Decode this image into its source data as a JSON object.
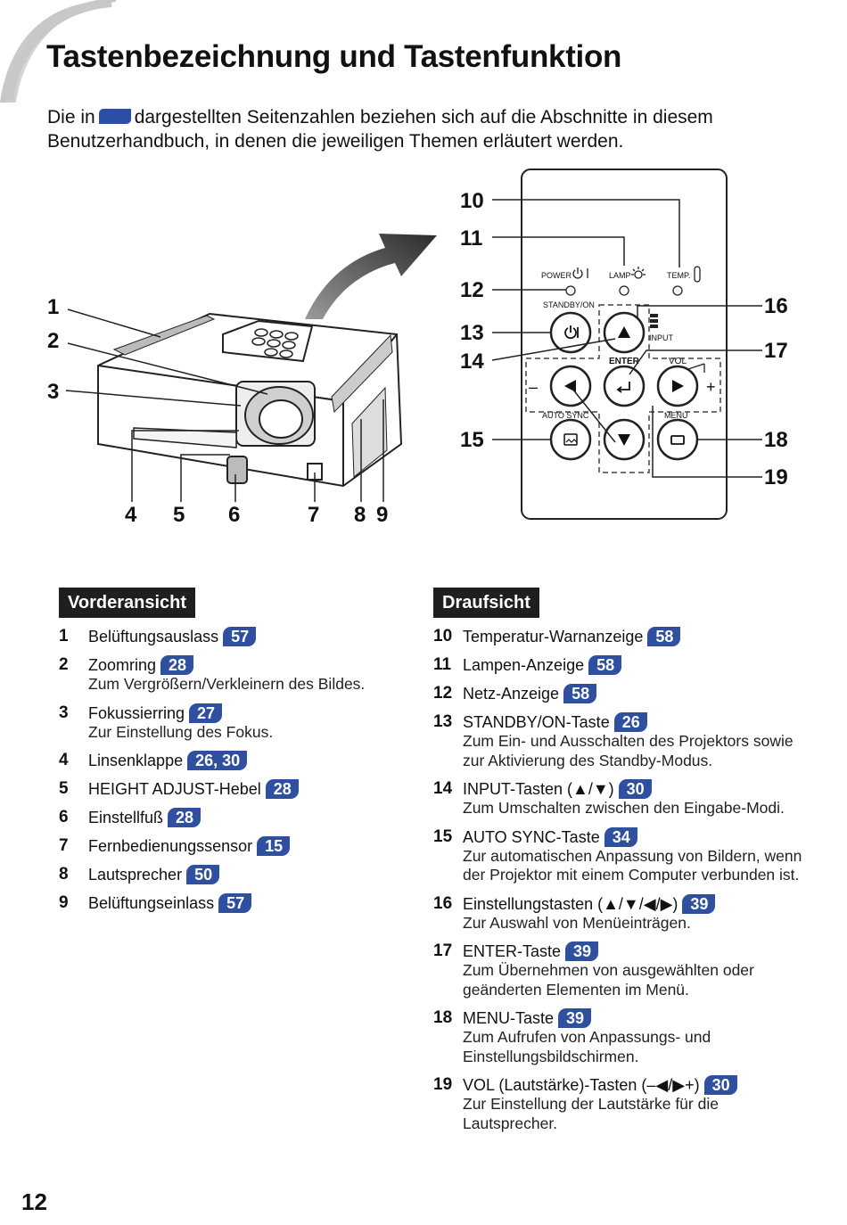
{
  "page": {
    "title": "Tastenbezeichnung und Tastenfunktion",
    "intro_before": "Die in",
    "intro_after": "dargestellten Seitenzahlen beziehen sich auf die Abschnitte in diesem Benutzerhandbuch, in denen die jeweiligen Themen erläutert werden.",
    "page_number": "12"
  },
  "figure": {
    "front_callouts": [
      "1",
      "2",
      "3",
      "4",
      "5",
      "6",
      "7",
      "8",
      "9"
    ],
    "top_callouts": [
      "10",
      "11",
      "12",
      "13",
      "14",
      "15",
      "16",
      "17",
      "18",
      "19"
    ],
    "panel_labels": {
      "power": "POWER",
      "lamp": "LAMP",
      "temp": "TEMP.",
      "standby_on": "STANDBY/ON",
      "input": "INPUT",
      "enter": "ENTER",
      "vol": "VOL",
      "minus": "–",
      "plus": "+",
      "auto_sync": "AUTO SYNC",
      "menu": "MENU"
    }
  },
  "front_view": {
    "heading": "Vorderansicht",
    "items": [
      {
        "num": "1",
        "label": "Belüftungsauslass",
        "page": "57",
        "desc": ""
      },
      {
        "num": "2",
        "label": "Zoomring",
        "page": "28",
        "desc": "Zum Vergrößern/Verkleinern des Bildes."
      },
      {
        "num": "3",
        "label": "Fokussierring",
        "page": "27",
        "desc": "Zur Einstellung des Fokus."
      },
      {
        "num": "4",
        "label": "Linsenklappe",
        "page": "26, 30",
        "desc": ""
      },
      {
        "num": "5",
        "label": "HEIGHT ADJUST-Hebel",
        "page": "28",
        "desc": ""
      },
      {
        "num": "6",
        "label": "Einstellfuß",
        "page": "28",
        "desc": ""
      },
      {
        "num": "7",
        "label": "Fernbedienungssensor",
        "page": "15",
        "desc": ""
      },
      {
        "num": "8",
        "label": "Lautsprecher",
        "page": "50",
        "desc": ""
      },
      {
        "num": "9",
        "label": "Belüftungseinlass",
        "page": "57",
        "desc": ""
      }
    ]
  },
  "top_view": {
    "heading": "Draufsicht",
    "items": [
      {
        "num": "10",
        "label": "Temperatur-Warnanzeige",
        "page": "58",
        "desc": ""
      },
      {
        "num": "11",
        "label": "Lampen-Anzeige",
        "page": "58",
        "desc": ""
      },
      {
        "num": "12",
        "label": "Netz-Anzeige",
        "page": "58",
        "desc": ""
      },
      {
        "num": "13",
        "label": "STANDBY/ON-Taste",
        "page": "26",
        "desc": "Zum Ein- und Ausschalten des Projektors sowie zur Aktivierung des Standby-Modus."
      },
      {
        "num": "14",
        "label": "INPUT-Tasten (▲/▼)",
        "page": "30",
        "desc": "Zum Umschalten zwischen den Eingabe-Modi."
      },
      {
        "num": "15",
        "label": "AUTO SYNC-Taste",
        "page": "34",
        "desc": "Zur automatischen Anpassung von Bildern, wenn der Projektor mit einem Computer verbunden ist."
      },
      {
        "num": "16",
        "label": "Einstellungstasten (▲/▼/◀/▶)",
        "page": "39",
        "desc": "Zur Auswahl von Menüeinträgen."
      },
      {
        "num": "17",
        "label": "ENTER-Taste",
        "page": "39",
        "desc": "Zum Übernehmen von ausgewählten oder geänderten Elementen im Menü."
      },
      {
        "num": "18",
        "label": "MENU-Taste",
        "page": "39",
        "desc": "Zum Aufrufen von Anpassungs- und Einstellungsbildschirmen."
      },
      {
        "num": "19",
        "label": "VOL (Lautstärke)-Tasten (–◀/▶+)",
        "page": "30",
        "desc": "Zur Einstellung der Lautstärke für die Lautsprecher."
      }
    ]
  }
}
